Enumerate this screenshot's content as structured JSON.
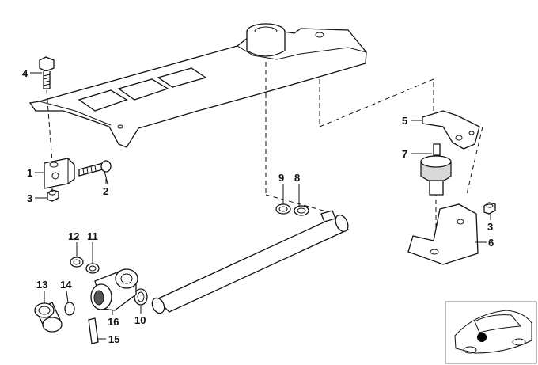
{
  "diagram": {
    "callouts": [
      {
        "id": "c1",
        "text": "1"
      },
      {
        "id": "c2",
        "text": "2"
      },
      {
        "id": "c3a",
        "text": "3"
      },
      {
        "id": "c3b",
        "text": "3"
      },
      {
        "id": "c4",
        "text": "4"
      },
      {
        "id": "c5",
        "text": "5"
      },
      {
        "id": "c6",
        "text": "6"
      },
      {
        "id": "c7",
        "text": "7"
      },
      {
        "id": "c8",
        "text": "8"
      },
      {
        "id": "c9",
        "text": "9"
      },
      {
        "id": "c10",
        "text": "10"
      },
      {
        "id": "c11",
        "text": "11"
      },
      {
        "id": "c12",
        "text": "12"
      },
      {
        "id": "c13",
        "text": "13"
      },
      {
        "id": "c14",
        "text": "14"
      },
      {
        "id": "c15",
        "text": "15"
      },
      {
        "id": "c16",
        "text": "16"
      }
    ]
  }
}
